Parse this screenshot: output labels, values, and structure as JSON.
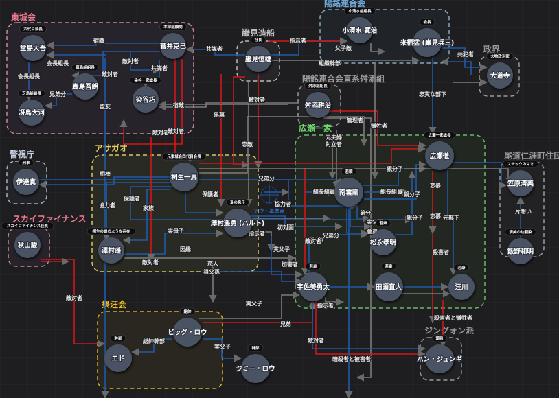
{
  "colors": {
    "background": "#1e1e21",
    "node_fill": "#4a5363",
    "edge_blue": "#1f5aa8",
    "edge_red": "#d01818",
    "edge_gray": "#7c7c7c",
    "origin_marker": "#1f5aa8"
  },
  "groups": [
    {
      "id": "tojo",
      "title": "東城会",
      "color": "#f07a90",
      "border": "#c98a98",
      "fill": "#27232a"
    },
    {
      "id": "yomei",
      "title": "陽銘連合会",
      "color": "#6ea8d8",
      "border": "#8aa6b8",
      "fill": "#202428"
    },
    {
      "id": "iwami",
      "title": "巌見造船",
      "color": "#bfbfbf",
      "border": "#b8b8b8",
      "fill": "#262629"
    },
    {
      "id": "kabane",
      "title": "陽銘連合会直系舛添組",
      "color": "#9a9a9a",
      "border": "#9a9a9a",
      "fill": "#242427"
    },
    {
      "id": "seikai",
      "title": "政界",
      "color": "#9a9a9a",
      "border": "#9a9a9a",
      "fill": "#222225"
    },
    {
      "id": "keishicho",
      "title": "警視庁",
      "color": "#c8d0e0",
      "border": "#a8b0c0",
      "fill": "#222428"
    },
    {
      "id": "asagao",
      "title": "アサガオ",
      "color": "#e8d060",
      "border": "#d8c860",
      "fill": "#2a2a24"
    },
    {
      "id": "hirose",
      "title": "広瀬一家",
      "color": "#6ad86a",
      "border": "#6ab86a",
      "fill": "#232722"
    },
    {
      "id": "onomichi",
      "title": "尾道仁涯町住民",
      "color": "#9a9a9a",
      "border": "#9a9a9a",
      "fill": "#222225"
    },
    {
      "id": "sky",
      "title": "スカイファイナンス",
      "color": "#f07a90",
      "border": "#c98a98",
      "fill": "#28232a"
    },
    {
      "id": "saio",
      "title": "祭汪会",
      "color": "#f0c020",
      "border": "#d8b020",
      "fill": "#2a2720"
    },
    {
      "id": "jingwon",
      "title": "ジングォン派",
      "color": "#9a9a9a",
      "border": "#9a9a9a",
      "fill": "#222225"
    }
  ],
  "nodes": [
    {
      "id": "dojima",
      "name": "堂島大吾",
      "badge": "六代目会長"
    },
    {
      "id": "majima",
      "name": "真島吾朗",
      "badge": "真島組組長"
    },
    {
      "id": "saejima",
      "name": "冴島大河",
      "badge": "冴島組組長"
    },
    {
      "id": "sugai",
      "name": "菅井克己",
      "badge": "本部組顧問"
    },
    {
      "id": "someya",
      "name": "染谷巧",
      "badge": "染谷一家総長"
    },
    {
      "id": "iwami",
      "name": "巌見恒雄",
      "badge": "社長"
    },
    {
      "id": "koshimizu",
      "name": "小清水 寛治",
      "badge": "小清水組組長"
    },
    {
      "id": "kurusu",
      "name": "来栖猛 (巌見兵三)",
      "badge": "会長"
    },
    {
      "id": "daidoji",
      "name": "大道寺",
      "badge": "大物政治家"
    },
    {
      "id": "kabane",
      "name": "舛添耕治",
      "badge": "舛添組組長"
    },
    {
      "id": "date",
      "name": "伊達真",
      "badge": "刑事"
    },
    {
      "id": "kiryu",
      "name": "桐生一馬",
      "badge": "元東城会四代目会長"
    },
    {
      "id": "sawamura_haruto",
      "name": "澤村遥勇 (ハルト)",
      "badge": "遥の息子"
    },
    {
      "id": "sawamura",
      "name": "澤村遥",
      "badge": "桐生の娘のような存在"
    },
    {
      "id": "akiyama",
      "name": "秋山駿",
      "badge": "スカイファイナンス社長"
    },
    {
      "id": "hirose",
      "name": "広瀬徹",
      "badge": "広瀬一家総長"
    },
    {
      "id": "nagumo",
      "name": "南雲剛",
      "badge": "若頭"
    },
    {
      "id": "matsunaga",
      "name": "松永孝明",
      "badge": "若衆"
    },
    {
      "id": "usami",
      "name": "宇佐美勇太",
      "badge": "若衆"
    },
    {
      "id": "tagashira",
      "name": "田頭直人",
      "badge": "若衆"
    },
    {
      "id": "tsugawa",
      "name": "汪川",
      "badge": "若衆"
    },
    {
      "id": "kasahara",
      "name": "笠原清美",
      "badge": "スナックのママ"
    },
    {
      "id": "iino",
      "name": "飯野和明",
      "badge": "清美の幼馴染"
    },
    {
      "id": "biglau",
      "name": "ビッグ・ロウ",
      "badge": "総帥"
    },
    {
      "id": "ed",
      "name": "エド",
      "badge": "幹部"
    },
    {
      "id": "jimmy",
      "name": "ジミー・ロウ",
      "badge": "幹部"
    },
    {
      "id": "han",
      "name": "ハン・ジュンギ",
      "badge": "頭目"
    }
  ],
  "edge_labels": {
    "e1": "宿敵",
    "e2": "会長組長",
    "e3": "会長組長",
    "e4": "敵対者",
    "e5": "兄弟分",
    "e6": "盟友",
    "e7": "敵対者",
    "e8": "共謀者",
    "e9": "宿敵",
    "e10": "敵対者",
    "e11": "共謀者",
    "e12": "指示者",
    "e13": "父子敵",
    "e14": "組織幹部",
    "e15": "共犯者",
    "e16": "忠実な部下",
    "e17": "敵対者",
    "e18": "黒幕",
    "e19": "恋敵",
    "e20": "敵対者",
    "e21": "管理者",
    "e22": "犠牲者",
    "e23": "元夫婦",
    "e24": "対立者",
    "e25": "相棒",
    "e26": "保護者",
    "e27": "協力者",
    "e28": "家族",
    "e29": "保護者",
    "e30": "実母子",
    "e31": "因縁",
    "e32": "敵対者",
    "e33": "恋人",
    "e34": "祖父孫",
    "e35": "兄弟分",
    "e36": "協力者",
    "e37": "初対面",
    "e38": "指示者",
    "e39": "実父子",
    "e40": "加害者",
    "e41": "敵対者",
    "e42": "組長組員",
    "e43": "組長組員",
    "e44": "親分子",
    "e45": "親分子",
    "e46": "親分子",
    "e47": "恋慕",
    "e48": "恋慕",
    "e49": "元部下",
    "e50": "兄弟分",
    "e51": "弟分",
    "e52": "実父子",
    "e53": "舎弟",
    "e54": "敵対者",
    "e55": "殺害者",
    "e56": "片想い",
    "e57": "殺害者と犠牲者",
    "e58": "指示者",
    "e59": "兄弟",
    "e60": "敵対者",
    "e61": "暗殺者と被害者",
    "e62": "敵対者",
    "e63": "総帥幹部",
    "e64": "実父子",
    "e65": "実父子"
  },
  "origin_marker_label": "アウト基準点"
}
